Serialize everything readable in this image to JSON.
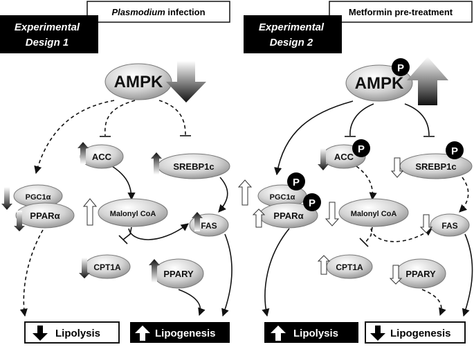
{
  "panels": {
    "left": {
      "design_line1": "Experimental",
      "design_line2": "Design 1",
      "condition_italic": "Plasmodium",
      "condition_rest": " infection",
      "outcome_left": "Lipolysis",
      "outcome_right": "Lipogenesis"
    },
    "right": {
      "design_line1": "Experimental",
      "design_line2": "Design 2",
      "condition": "Metformin pre-treatment",
      "outcome_left": "Lipolysis",
      "outcome_right": "Lipogenesis"
    }
  },
  "nodes": {
    "ampk": "AMPK",
    "acc": "ACC",
    "srebp1c": "SREBP1c",
    "pgc1a": "PGC1α",
    "ppara": "PPARα",
    "malonyl": "Malonyl CoA",
    "fas": "FAS",
    "cpt1a": "CPT1A",
    "ppary": "PPARY"
  },
  "phospho_label": "P"
}
